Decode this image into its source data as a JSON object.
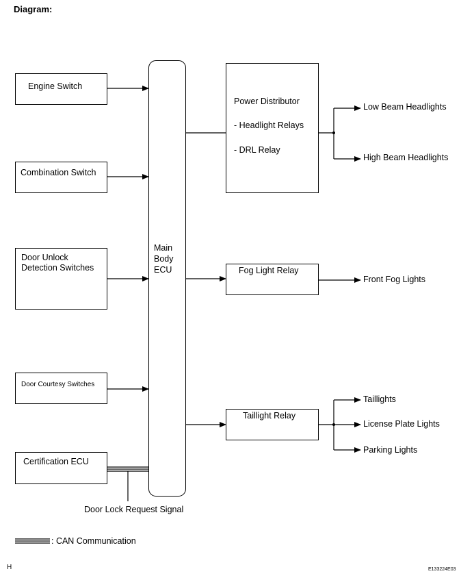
{
  "title": "Diagram:",
  "inputs": {
    "engine_switch": "Engine Switch",
    "combination_switch": "Combination Switch",
    "door_unlock_line1": "Door Unlock",
    "door_unlock_line2": "Detection Switches",
    "door_courtesy": "Door Courtesy Switches",
    "certification_ecu": "Certification ECU"
  },
  "ecu": {
    "line1": "Main",
    "line2": "Body",
    "line3": "ECU"
  },
  "power_distributor": {
    "title": "Power Distributor",
    "item1": "- Headlight Relays",
    "item2": "- DRL Relay"
  },
  "relays": {
    "fog": "Fog Light Relay",
    "taillight": "Taillight Relay"
  },
  "outputs": {
    "low_beam": "Low Beam Headlights",
    "high_beam": "High Beam Headlights",
    "front_fog": "Front Fog Lights",
    "taillights": "Taillights",
    "license_plate": "License Plate Lights",
    "parking": "Parking Lights"
  },
  "signal_label": "Door Lock Request Signal",
  "legend": {
    "can": ": CAN Communication"
  },
  "footer": {
    "left": "H",
    "right": "E133224E03"
  }
}
